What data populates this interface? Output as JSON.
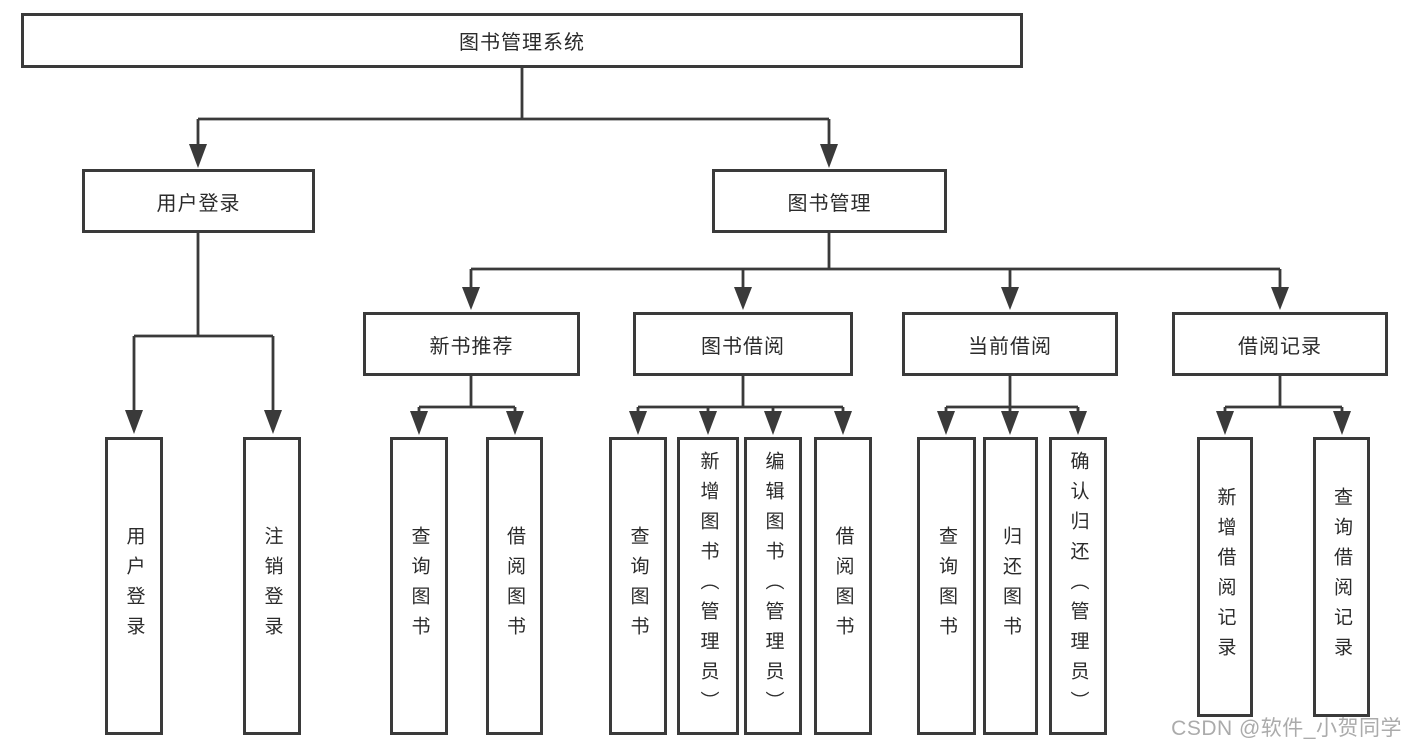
{
  "tree": {
    "root": {
      "label": "图书管理系统",
      "children": [
        {
          "label": "用户登录",
          "children": [
            {
              "label": "用户登录"
            },
            {
              "label": "注销登录"
            }
          ]
        },
        {
          "label": "图书管理",
          "children": [
            {
              "label": "新书推荐",
              "children": [
                {
                  "label": "查询图书"
                },
                {
                  "label": "借阅图书"
                }
              ]
            },
            {
              "label": "图书借阅",
              "children": [
                {
                  "label": "查询图书"
                },
                {
                  "label": "新增图书（管理员）"
                },
                {
                  "label": "编辑图书（管理员）"
                },
                {
                  "label": "借阅图书"
                }
              ]
            },
            {
              "label": "当前借阅",
              "children": [
                {
                  "label": "查询图书"
                },
                {
                  "label": "归还图书"
                },
                {
                  "label": "确认归还（管理员）"
                }
              ]
            },
            {
              "label": "借阅记录",
              "children": [
                {
                  "label": "新增借阅记录"
                },
                {
                  "label": "查询借阅记录"
                }
              ]
            }
          ]
        }
      ]
    }
  },
  "watermark": {
    "text": "CSDN @软件_小贺同学"
  },
  "colors": {
    "line": "#3a3a3a",
    "text": "#2b2b2b",
    "watermark": "#ababab",
    "bg": "#ffffff"
  }
}
